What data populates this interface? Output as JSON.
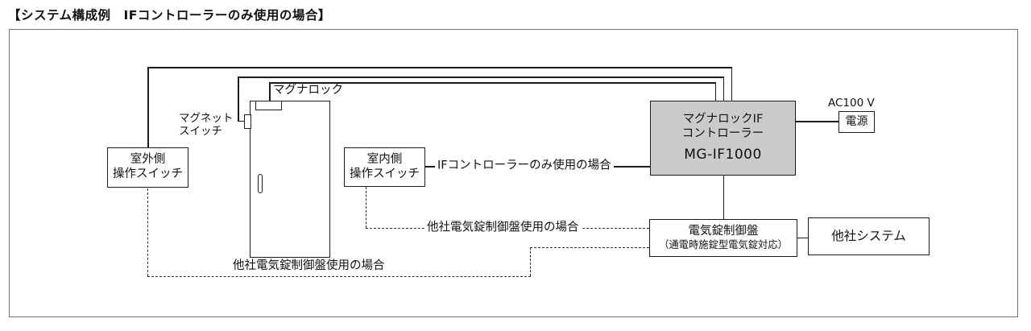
{
  "title": "【システム構成例　IFコントローラーのみ使用の場合】",
  "maglock": {
    "label": "マグナロック"
  },
  "magnet_switch": {
    "line1": "マグネット",
    "line2": "スイッチ"
  },
  "outdoor_switch": {
    "line1": "室外側",
    "line2": "操作スイッチ"
  },
  "indoor_switch": {
    "line1": "室内側",
    "line2": "操作スイッチ"
  },
  "if_controller": {
    "line1": "マグナロックIF",
    "line2": "コントローラー",
    "model": "MG-IF1000"
  },
  "power": {
    "voltage": "AC100 V",
    "label": "電源"
  },
  "lock_panel": {
    "line1": "電気錠制御盤",
    "line2": "（通電時施錠型電気錠対応）"
  },
  "other_system": {
    "label": "他社システム"
  },
  "connections": {
    "if_only": "IFコントローラーのみ使用の場合",
    "other_panel_indoor": "他社電気錠制御盤使用の場合",
    "other_panel_outdoor": "他社電気錠制御盤使用の場合"
  },
  "colors": {
    "if_box_fill": "#cbcbcb",
    "wire": "#1a1a1a",
    "outer_border": "#6f6f6f",
    "text": "#111111"
  }
}
